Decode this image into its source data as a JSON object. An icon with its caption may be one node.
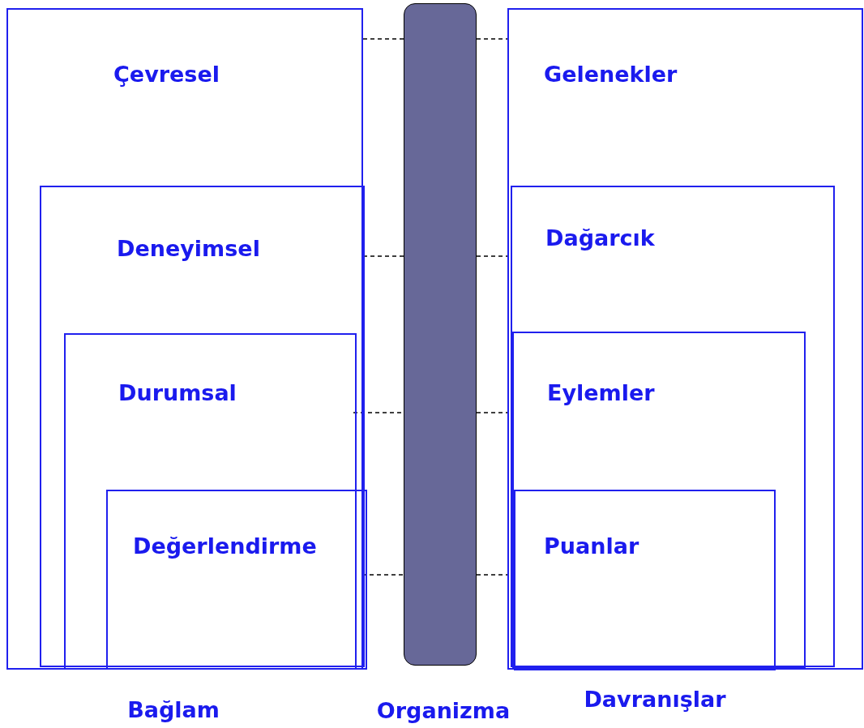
{
  "diagram": {
    "nodes": [
      {
        "text": [
          "Çevresel"
        ],
        "beside": [
          "Bağlam"
        ]
      },
      {
        "text": [
          "Deneyimsel"
        ],
        "in": 0
      },
      {
        "text": [
          "Durumsal"
        ],
        "in": 1
      },
      {
        "text": [
          "Değerlendirme"
        ],
        "in": 2
      },
      {
        "text": [],
        "shape": "bar",
        "beside": [
          "Organizma"
        ]
      },
      {
        "text": [
          "Gelenekler"
        ],
        "beside": [
          "Davranışlar"
        ]
      },
      {
        "text": [
          "Dağarcık"
        ],
        "in": 5
      },
      {
        "text": [
          "Eylemler"
        ],
        "in": 6
      },
      {
        "text": [
          "Puanlar"
        ],
        "in": 7
      }
    ],
    "edges": [
      {
        "from": 0,
        "to": 4,
        "arrow": "none",
        "style": "dashed"
      },
      {
        "from": 4,
        "to": 5,
        "arrow": "none",
        "style": "dashed"
      },
      {
        "from": 1,
        "to": 4,
        "arrow": "none",
        "style": "dashed"
      },
      {
        "from": 4,
        "to": 6,
        "arrow": "none",
        "style": "dashed"
      },
      {
        "from": 2,
        "to": 4,
        "arrow": "none",
        "style": "dashed"
      },
      {
        "from": 4,
        "to": 7,
        "arrow": "none",
        "style": "dashed"
      },
      {
        "from": 3,
        "to": 4,
        "arrow": "none",
        "style": "dashed"
      },
      {
        "from": 4,
        "to": 8,
        "arrow": "none",
        "style": "dashed"
      }
    ]
  }
}
